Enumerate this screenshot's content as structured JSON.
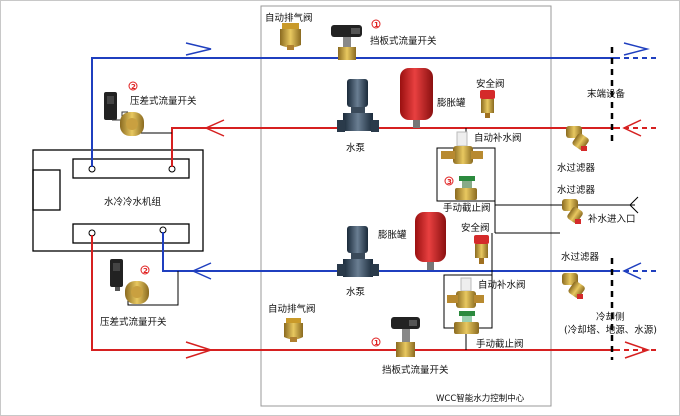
{
  "diagram": {
    "control_center_label": "WCC智能水力控制中心",
    "chiller_label": "水冷冷水机组",
    "terminal_label": "末端设备",
    "cooling_side_line1": "冷却侧",
    "cooling_side_line2": "(冷却塔、地源、水源)",
    "components": {
      "auto_vent_top": "自动排气阀",
      "paddle_switch_top": "挡板式流量开关",
      "diff_switch_top": "压差式流量开关",
      "expansion_tank_top": "膨胀罐",
      "safety_valve_top": "安全阀",
      "pump_top": "水泵",
      "auto_fill_valve_top": "自动补水阀",
      "manual_stop_valve_top": "手动截止阀",
      "filter_top": "水过滤器",
      "filter_mid": "水过滤器",
      "makeup_inlet": "补水进入口",
      "expansion_tank_bottom": "膨胀罐",
      "safety_valve_bottom": "安全阀",
      "pump_bottom": "水泵",
      "auto_fill_valve_bottom": "自动补水阀",
      "manual_stop_valve_bottom": "手动截止阀",
      "filter_bottom": "水过滤器",
      "diff_switch_bottom": "压差式流量开关",
      "auto_vent_bottom": "自动排气阀",
      "paddle_switch_bottom": "挡板式流量开关"
    },
    "markers": {
      "m1_top": "1",
      "m2_top": "2",
      "m3": "3",
      "m2_bottom": "2",
      "m1_bottom": "1"
    },
    "colors": {
      "supply_line": "#1f3fbf",
      "return_line": "#d62020",
      "tank_red": "#d42a2a",
      "frame": "#000000",
      "center_box": "#999999"
    }
  }
}
